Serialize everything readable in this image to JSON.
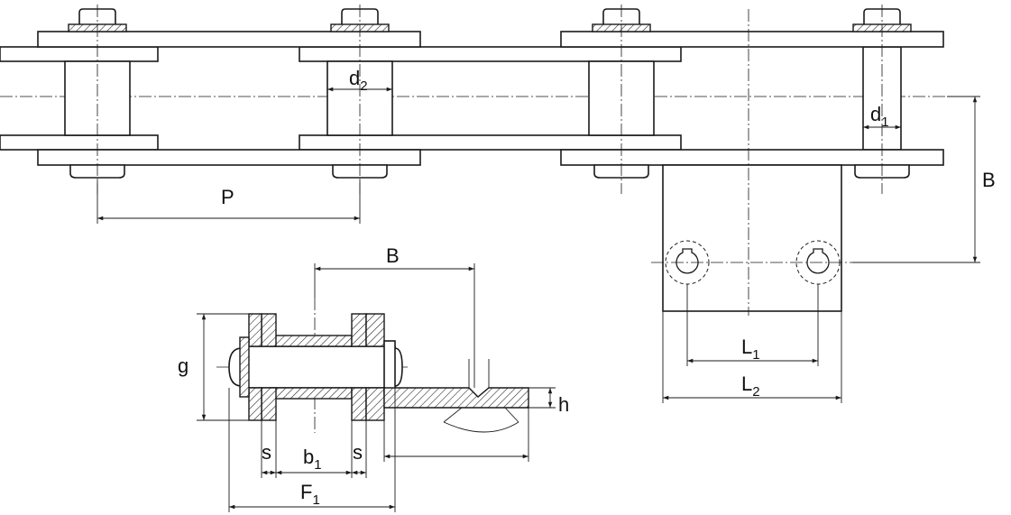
{
  "labels": {
    "pitch": "P",
    "bush_diameter": "d",
    "bush_diameter_sub": "2",
    "pin_diameter": "d",
    "pin_diameter_sub": "1",
    "attachment_height_top": "B",
    "attachment_height_side": "B",
    "hole_spacing": "L",
    "hole_spacing_sub": "1",
    "plate_length": "L",
    "plate_length_sub": "2",
    "plate_height": "g",
    "thickness_left": "s",
    "thickness_right": "s",
    "inner_width": "b",
    "inner_width_sub": "1",
    "overall_width": "F",
    "overall_width_sub": "1",
    "attachment_thickness": "h"
  }
}
